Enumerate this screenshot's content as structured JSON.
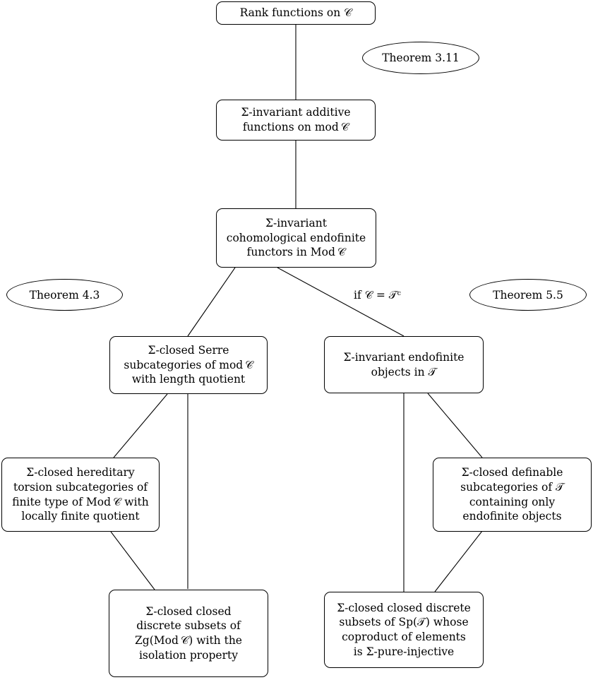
{
  "diagram": {
    "title": "Rank function equivalences flowchart",
    "background": "#ffffff",
    "line_color": "#000000",
    "nodes": {
      "rank_functions": "Rank functions on 𝒞",
      "additive_functions": "Σ-invariant additive\nfunctions on mod 𝒞",
      "cohomological_functors": "Σ-invariant\ncohomological endofinite\nfunctors in Mod 𝒞",
      "serre_subcategories": "Σ-closed Serre\nsubcategories of mod 𝒞\nwith length quotient",
      "endofinite_objects": "Σ-invariant endofinite\nobjects in 𝒯",
      "hereditary_torsion": "Σ-closed hereditary\ntorsion subcategories of\nfinite type of Mod 𝒞 with\nlocally finite quotient",
      "definable_subcategories": "Σ-closed definable\nsubcategories of 𝒯\ncontaining only\nendofinite objects",
      "zg_discrete_subsets": "Σ-closed closed\ndiscrete subsets of\nZg(Mod 𝒞) with the\nisolation property",
      "sp_discrete_subsets": "Σ-closed closed discrete\nsubsets of Sp(𝒯) whose\ncoproduct of elements\nis Σ-pure-injective"
    },
    "annotations": {
      "theorem_311": "Theorem 3.11",
      "theorem_43": "Theorem 4.3",
      "theorem_55": "Theorem 5.5",
      "condition_right_branch": "if 𝒞 = 𝒯ᶜ"
    }
  }
}
